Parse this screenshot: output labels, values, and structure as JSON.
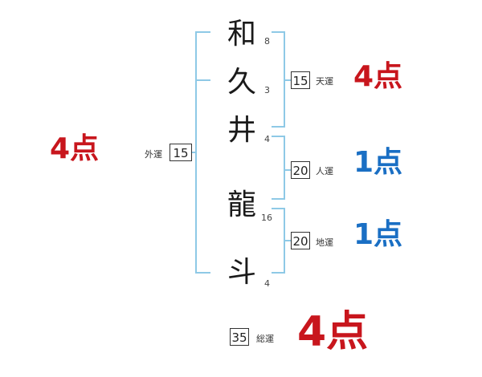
{
  "name_characters": [
    {
      "char": "和",
      "strokes": "8"
    },
    {
      "char": "久",
      "strokes": "3"
    },
    {
      "char": "井",
      "strokes": "4"
    },
    {
      "char": "龍",
      "strokes": "16"
    },
    {
      "char": "斗",
      "strokes": "4"
    }
  ],
  "unkaku": {
    "gaikaku": {
      "label": "外運",
      "value": "15",
      "score": "4点"
    },
    "tenkaku": {
      "label": "天運",
      "value": "15",
      "score": "4点"
    },
    "jinkaku": {
      "label": "人運",
      "value": "20",
      "score": "1点"
    },
    "chikaku": {
      "label": "地運",
      "value": "20",
      "score": "1点"
    },
    "soukaku": {
      "label": "総運",
      "value": "35",
      "score": "4点"
    }
  },
  "colors": {
    "bracket": "#8ec9e6",
    "good_score": "#c8161d",
    "bad_score": "#1a6fc4",
    "text": "#1a1a1a"
  }
}
